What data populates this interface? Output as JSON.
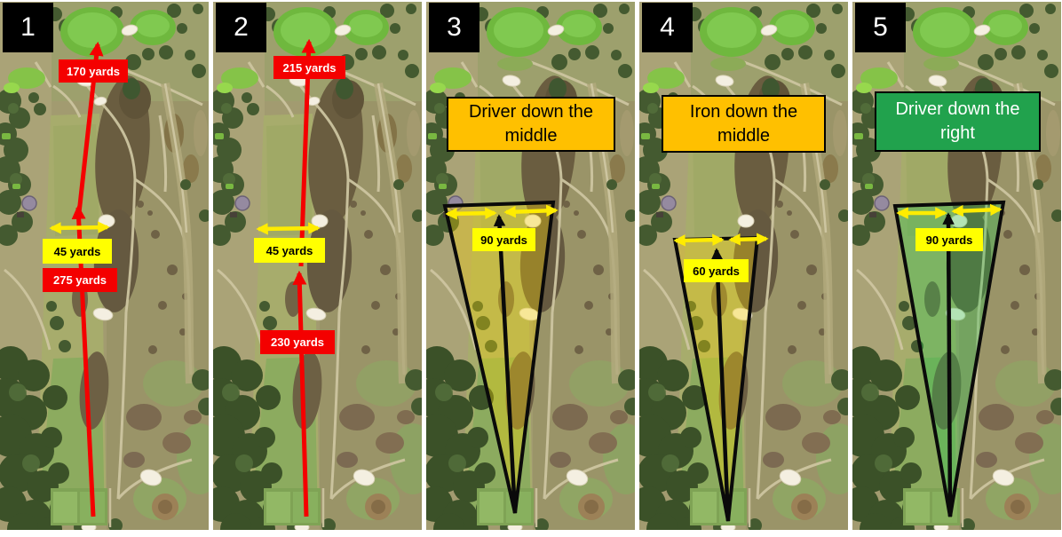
{
  "figure": {
    "description": "Golf hole strategy comparison, five annotated aerial views"
  },
  "panels": [
    {
      "number": "1",
      "labels": {
        "top_distance": "170 yards",
        "width": "45 yards",
        "bottom_distance": "275 yards"
      }
    },
    {
      "number": "2",
      "labels": {
        "top_distance": "215 yards",
        "width": "45 yards",
        "bottom_distance": "230 yards"
      }
    },
    {
      "number": "3",
      "banner": "Driver down the middle",
      "labels": {
        "width": "90 yards"
      }
    },
    {
      "number": "4",
      "banner": "Iron down the middle",
      "labels": {
        "width": "60 yards"
      }
    },
    {
      "number": "5",
      "banner": "Driver down the right",
      "labels": {
        "width": "90 yards"
      }
    }
  ],
  "colors": {
    "red_label_bg": "#f40000",
    "yellow_label_bg": "#ffff00",
    "orange_banner_bg": "#ffc000",
    "green_banner_bg": "#21a24d",
    "arrow_red": "#f40000",
    "arrow_yellow": "#ffec00",
    "cone_stroke": "#0a0a0a",
    "cone_fill_yellow": "rgba(255,215,0,0.33)",
    "cone_fill_green": "rgba(30,200,80,0.30)",
    "number_box_bg": "#000000"
  }
}
